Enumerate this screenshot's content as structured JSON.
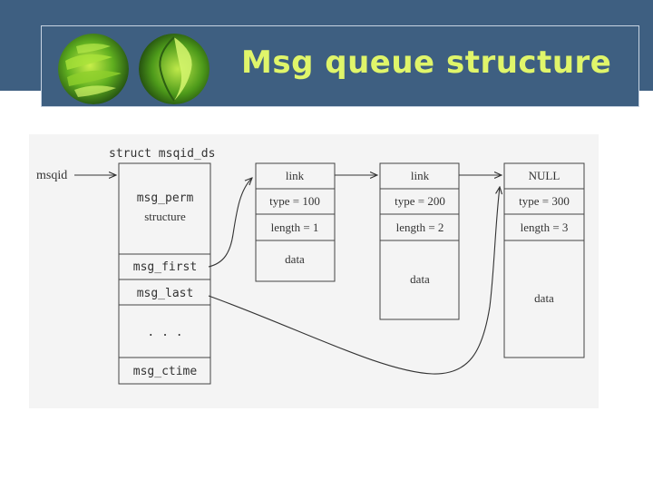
{
  "slide": {
    "title": "Msg queue structure"
  },
  "colors": {
    "header_bg": "#3e5f81",
    "title_text": "#e0f56a",
    "title_border": "#c8d4e2",
    "diagram_bg": "#f4f4f4"
  },
  "decorations": {
    "left_image": "green-leaf-photo-icon",
    "right_image": "green-leaf-photo-icon"
  },
  "diagram": {
    "struct_label": "struct msqid_ds",
    "entry_label": "msqid",
    "struct_fields": {
      "perm": "msg_perm",
      "perm_sub": "structure",
      "first": "msg_first",
      "last": "msg_last",
      "dots": ". . .",
      "ctime": "msg_ctime"
    },
    "messages": [
      {
        "link": "link",
        "type": "type = 100",
        "length": "length = 1",
        "data": "data"
      },
      {
        "link": "link",
        "type": "type = 200",
        "length": "length = 2",
        "data": "data"
      },
      {
        "link": "NULL",
        "type": "type = 300",
        "length": "length = 3",
        "data": "data"
      }
    ]
  }
}
